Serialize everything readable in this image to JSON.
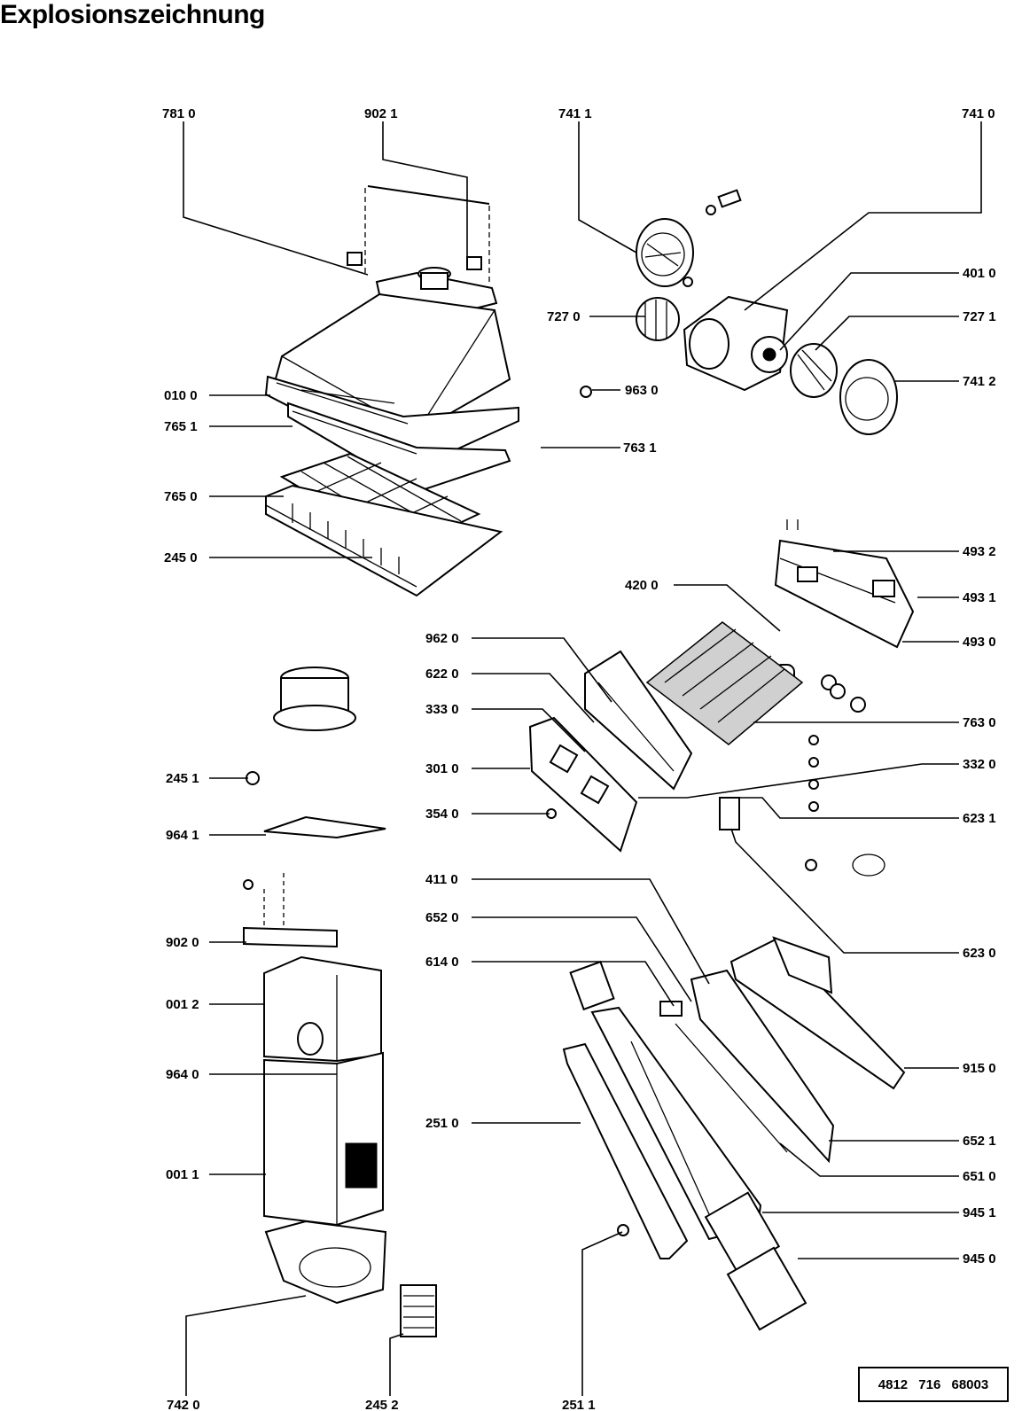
{
  "title": "Explosionszeichnung",
  "doc_code": "4812  716  68003",
  "labels": [
    "781 0",
    "902 1",
    "741 1",
    "741 0",
    "401 0",
    "727 0",
    "727 1",
    "741 2",
    "963 0",
    "010 0",
    "765 1",
    "763 1",
    "765 0",
    "245 0",
    "493 2",
    "420 0",
    "493 1",
    "493 0",
    "962 0",
    "622 0",
    "333 0",
    "763 0",
    "301 0",
    "332 0",
    "354 0",
    "623 1",
    "245 1",
    "964 1",
    "411 0",
    "652 0",
    "623 0",
    "614 0",
    "902 0",
    "001 2",
    "915 0",
    "964 0",
    "251 0",
    "652 1",
    "001 1",
    "651 0",
    "945 1",
    "945 0",
    "742 0",
    "245 2",
    "251 1"
  ]
}
